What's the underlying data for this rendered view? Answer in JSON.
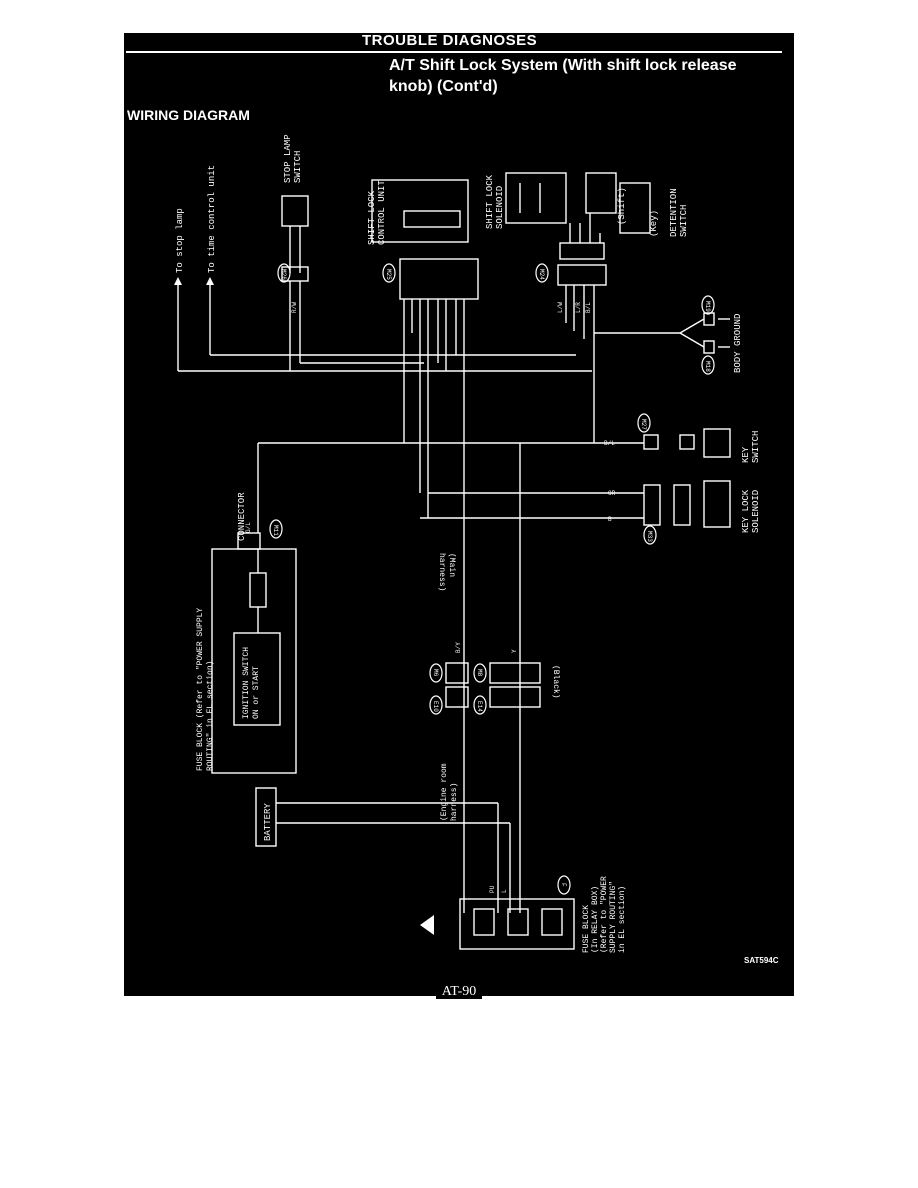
{
  "header": {
    "section": "TROUBLE DIAGNOSES",
    "title_line1": "A/T Shift Lock System (With shift lock release",
    "title_line2": "knob) (Cont'd)",
    "subtitle": "WIRING DIAGRAM"
  },
  "diagram": {
    "to_stop_lamp": "To stop lamp",
    "to_time_control": "To time control unit",
    "stop_lamp_switch": [
      "STOP LAMP",
      "SWITCH"
    ],
    "shift_lock_control_unit": [
      "SHIFT LOCK",
      "CONTROL UNIT"
    ],
    "shift_lock_solenoid": [
      "SHIFT LOCK",
      "SOLENOID"
    ],
    "shift_label": "(Shift)",
    "key_label": "(Key)",
    "detention_switch": [
      "DETENTION",
      "SWITCH"
    ],
    "body_ground": "BODY GROUND",
    "key_switch": [
      "KEY",
      "SWITCH"
    ],
    "key_lock_solenoid": [
      "KEY LOCK",
      "SOLENOID"
    ],
    "connector": "CONNECTOR",
    "fuse_block_note": [
      "FUSE BLOCK (Refer to \"POWER SUPPLY",
      "ROUTING\" in EL section)"
    ],
    "ignition_switch": [
      "IGNITION SWITCH",
      "ON or START"
    ],
    "main_harness": [
      "(Main",
      "harness)"
    ],
    "engine_room_harness": [
      "(Engine room",
      "harness)"
    ],
    "black_label": "(Black)",
    "battery": "BATTERY",
    "fuse_block_relay": [
      "FUSE BLOCK",
      "(In RELAY BOX)",
      "(Refer to \"POWER",
      "SUPPLY ROUTING\"",
      "in EL section)"
    ],
    "figure_code": "SAT594C",
    "connector_ids": {
      "m26": "M26",
      "m25": "M25",
      "m24": "M24",
      "m19": "M19",
      "m18": "M18",
      "m22": "M22",
      "m27": "M27",
      "m33": "M33",
      "m11": "M11",
      "m6": "M6",
      "m8": "M8",
      "e10": "E10",
      "e14": "E14",
      "f": "F"
    },
    "wire_labels": {
      "g_l": "G/L",
      "b_l": "B/L",
      "b_y": "B/Y",
      "or": "OR",
      "y": "Y",
      "b": "B",
      "pu": "PU",
      "l": "L",
      "l_w": "L/W",
      "l_r": "L/R",
      "b_l2": "B/L",
      "r_w": "R/W"
    }
  },
  "footer": {
    "page": "AT-90"
  }
}
